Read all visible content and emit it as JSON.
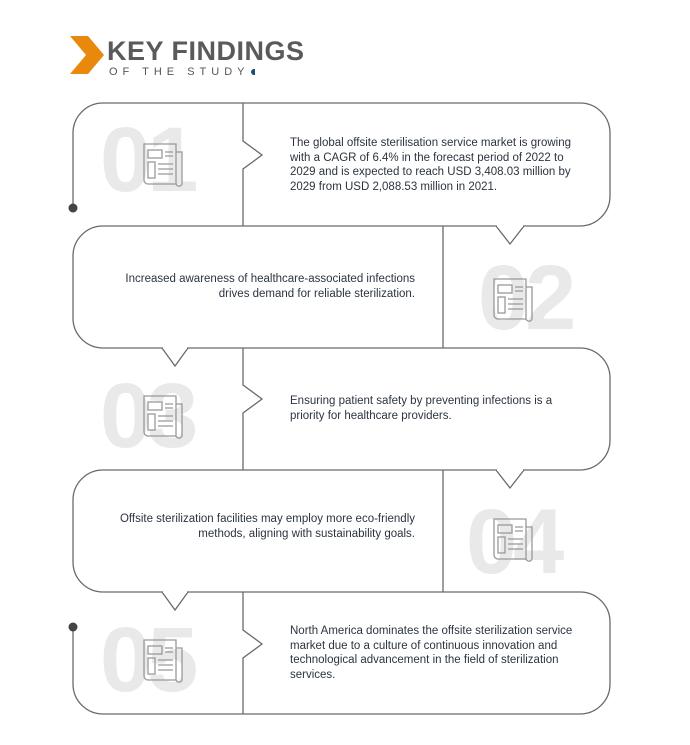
{
  "header": {
    "title": "KEY FINDINGS",
    "subtitle": "OF THE STUDY"
  },
  "colors": {
    "accent": "#e8890c",
    "line": "#6a6a6a",
    "number": "#e9e9e9"
  },
  "findings": [
    {
      "number": "01",
      "icon": "newspaper-icon",
      "text": "The global offsite sterilisation service market is growing with a CAGR of 6.4% in the forecast period of 2022 to 2029 and is expected to reach USD 3,408.03 million by 2029 from USD 2,088.53 million in 2021."
    },
    {
      "number": "02",
      "icon": "newspaper-icon",
      "text": "Increased awareness of healthcare-associated infections drives demand for reliable sterilization."
    },
    {
      "number": "03",
      "icon": "newspaper-icon",
      "text": "Ensuring patient safety by preventing infections is a priority for healthcare providers."
    },
    {
      "number": "04",
      "icon": "newspaper-icon",
      "text": "Offsite sterilization facilities may employ more eco-friendly methods, aligning with sustainability goals."
    },
    {
      "number": "05",
      "icon": "newspaper-icon",
      "text": "North America dominates the offsite sterilization service market due to a culture of continuous innovation and technological advancement in the field of sterilization services."
    }
  ]
}
